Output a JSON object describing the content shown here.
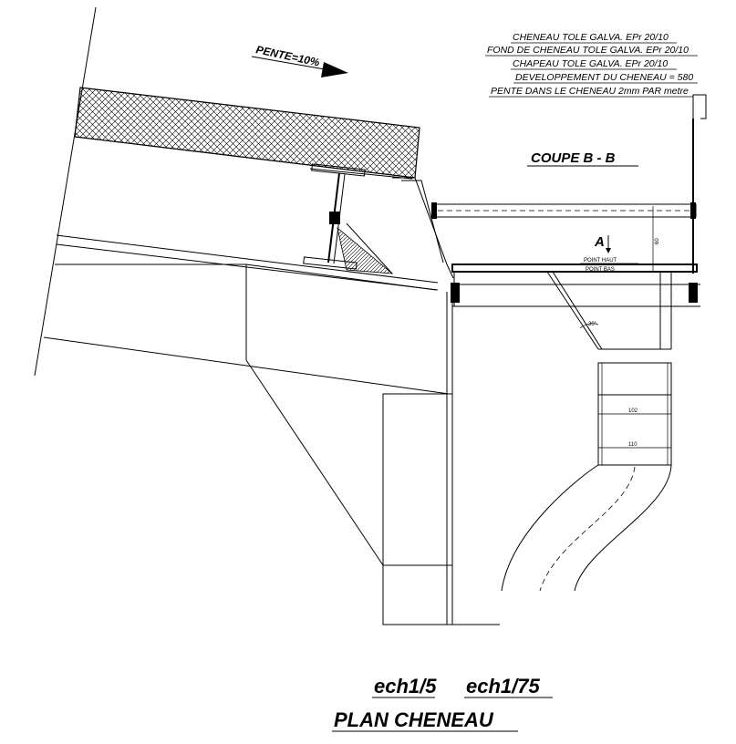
{
  "notes": [
    "CHENEAU TOLE GALVA. EPr 20/10",
    "FOND DE CHENEAU TOLE GALVA. EPr 20/10",
    "CHAPEAU TOLE GALVA. EPr 20/10",
    "DEVELOPPEMENT DU CHENEAU = 580",
    "PENTE DANS LE CHENEAU 2mm PAR metre"
  ],
  "pente_label": "PENTE=10%",
  "coupe_label": "COUPE  B - B",
  "section_marker": "A",
  "point_haut": "POINT HAUT",
  "point_bas": "POINT BAS",
  "dimensions": {
    "height": "60",
    "angle": "30°",
    "pipe_inner": "102",
    "pipe_outer": "110"
  },
  "scales": [
    "ech1/5",
    "ech1/75"
  ],
  "title": "PLAN CHENEAU",
  "colors": {
    "ink": "#000000",
    "background": "#ffffff"
  }
}
